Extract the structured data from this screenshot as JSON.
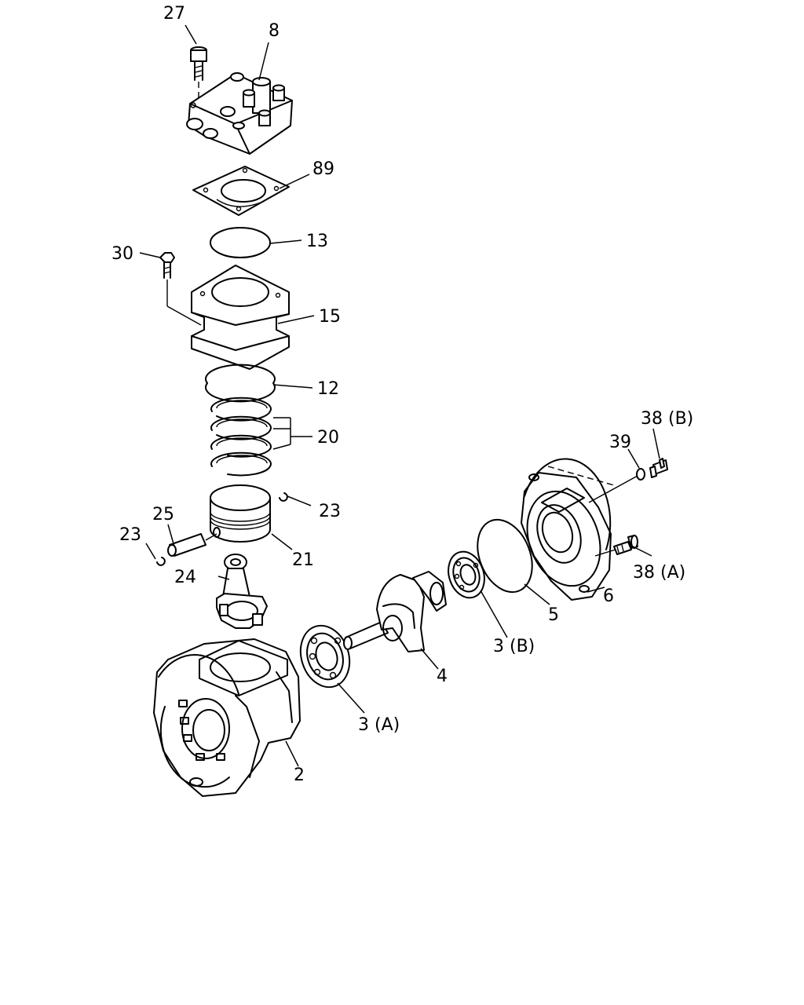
{
  "callouts": {
    "c27": "27",
    "c8": "8",
    "c89": "89",
    "c13": "13",
    "c30": "30",
    "c15": "15",
    "c12": "12",
    "c20": "20",
    "c38b": "38 (B)",
    "c39": "39",
    "c23r": "23",
    "c25": "25",
    "c23l": "23",
    "c21": "21",
    "c38a": "38 (A)",
    "c24": "24",
    "c6": "6",
    "c5": "5",
    "c3b": "3 (B)",
    "c4": "4",
    "c3a": "3 (A)",
    "c2": "2"
  }
}
